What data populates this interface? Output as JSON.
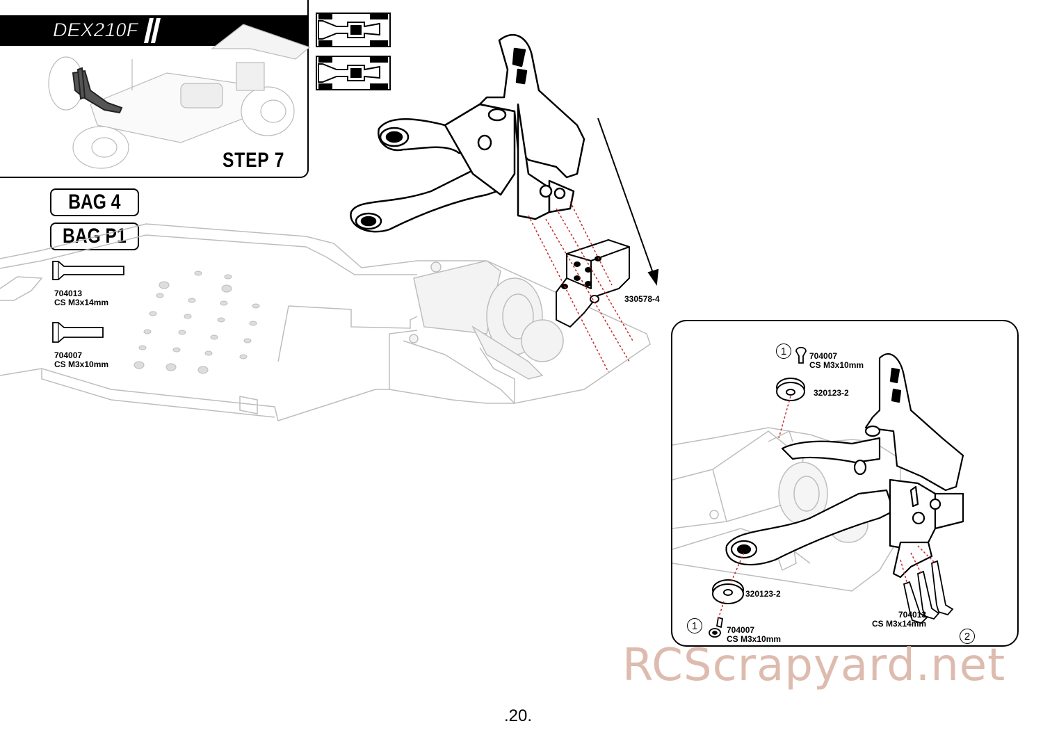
{
  "header": {
    "brand": "DEX210F",
    "step": "STEP  7"
  },
  "bags": [
    {
      "label": "BAG 4"
    },
    {
      "label": "BAG P1"
    }
  ],
  "hardware": [
    {
      "number": "704013",
      "spec": "CS M3x14mm"
    },
    {
      "number": "704007",
      "spec": "CS M3x10mm"
    }
  ],
  "callout_part": "330578-4",
  "detail": {
    "top_screw": {
      "step": "1",
      "number": "704007",
      "spec": "CS M3x10mm"
    },
    "top_bushing": "320123-2",
    "bottom_bushing": "320123-2",
    "bottom_screw": {
      "step": "1",
      "number": "704007",
      "spec": "CS M3x10mm"
    },
    "long_screws": {
      "step": "2",
      "number": "704013",
      "spec": "CS M3x14mm"
    }
  },
  "watermark": "RCScrapyard.net",
  "page_number": ".20."
}
